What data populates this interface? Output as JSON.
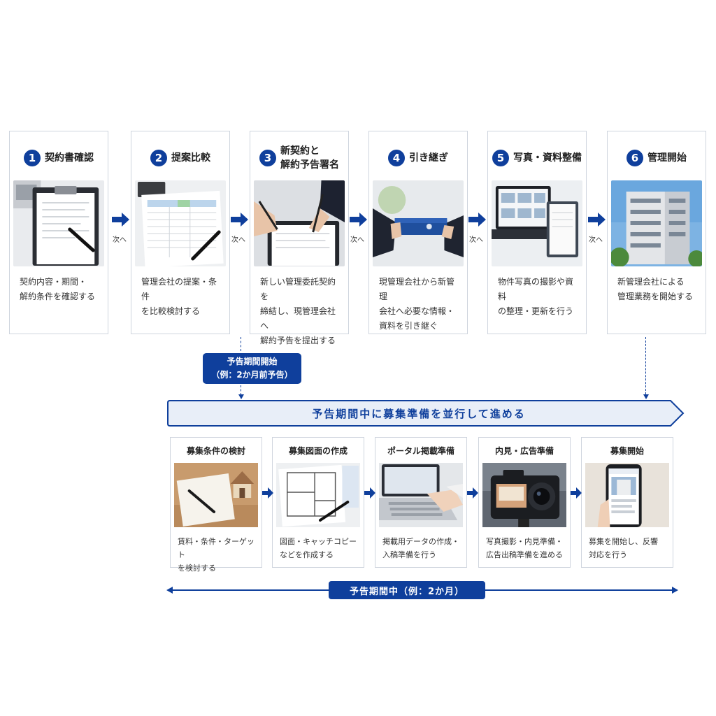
{
  "steps": [
    {
      "num": "1",
      "title": "契約書確認",
      "desc": [
        "契約内容・期間・",
        "解約条件を確認する"
      ]
    },
    {
      "num": "2",
      "title": "提案比較",
      "desc": [
        "管理会社の提案・条件",
        "を比較検討する"
      ]
    },
    {
      "num": "3",
      "title": [
        "新契約と",
        "解約予告署名"
      ],
      "desc": [
        "新しい管理委託契約を",
        "締結し、現管理会社へ",
        "解約予告を提出する"
      ]
    },
    {
      "num": "4",
      "title": "引き継ぎ",
      "desc": [
        "現管理会社から新管理",
        "会社へ必要な情報・",
        "資料を引き継ぐ"
      ]
    },
    {
      "num": "5",
      "title": "写真・資料整備",
      "desc": [
        "物件写真の撮影や資料",
        "の整理・更新を行う"
      ]
    },
    {
      "num": "6",
      "title": "管理開始",
      "desc": [
        "新管理会社による",
        "管理業務を開始する"
      ]
    }
  ],
  "next_label": "次へ",
  "notice_start": {
    "line1": "予告期間開始",
    "line2": "（例：2か月前予告）"
  },
  "banner": "予告期間中に募集準備を並行して進める",
  "substeps": [
    {
      "title": "募集条件の検討",
      "desc": [
        "賃料・条件・ターゲット",
        "を検討する"
      ]
    },
    {
      "title": "募集図面の作成",
      "desc": [
        "図面・キャッチコピー",
        "などを作成する"
      ]
    },
    {
      "title": "ポータル掲載準備",
      "desc": [
        "掲載用データの作成・",
        "入稿準備を行う"
      ]
    },
    {
      "title": "内見・広告準備",
      "desc": [
        "写真撮影・内見準備・",
        "広告出稿準備を進める"
      ]
    },
    {
      "title": "募集開始",
      "desc": [
        "募集を開始し、反響",
        "対応を行う"
      ]
    }
  ],
  "period": "予告期間中（例：2か月）",
  "colors": {
    "accent": "#0f3f9c",
    "banner_fill": "#e8eef8",
    "border": "#cfd5de"
  }
}
